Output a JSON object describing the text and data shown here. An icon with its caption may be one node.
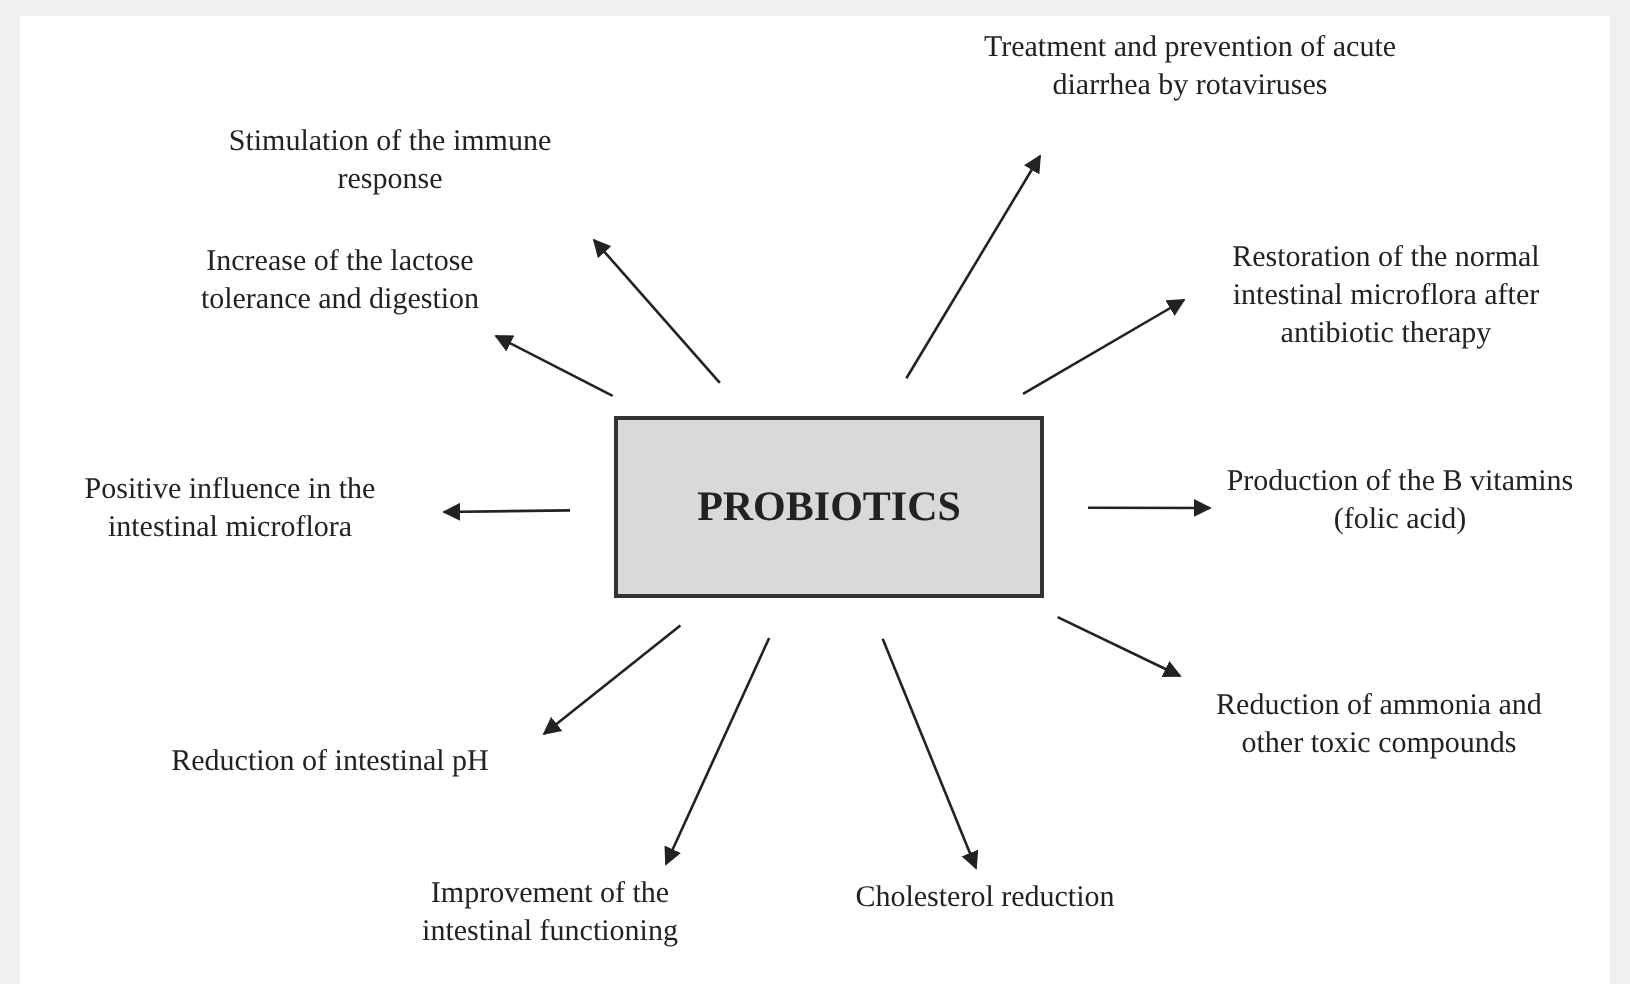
{
  "diagram": {
    "nodes": [
      {
        "text": [
          "PROBIOTICS"
        ]
      },
      {
        "text": [
          "Stimulation of the immune response"
        ]
      },
      {
        "text": [
          "Increase of the lactose tolerance and digestion"
        ]
      },
      {
        "text": [
          "Positive influence in the intestinal microflora"
        ]
      },
      {
        "text": [
          "Reduction of intestinal pH"
        ]
      },
      {
        "text": [
          "Improvement of the intestinal functioning"
        ]
      },
      {
        "text": [
          "Cholesterol reduction"
        ]
      },
      {
        "text": [
          "Reduction of ammonia and other toxic compounds"
        ]
      },
      {
        "text": [
          "Production of the B vitamins (folic acid)"
        ]
      },
      {
        "text": [
          "Restoration of the normal intestinal microflora after antibiotic therapy"
        ]
      },
      {
        "text": [
          "Treatment and prevention of acute diarrhea by rotaviruses"
        ]
      }
    ],
    "edges": [
      {
        "from": 0,
        "to": 1,
        "arrow": "to"
      },
      {
        "from": 0,
        "to": 2,
        "arrow": "to"
      },
      {
        "from": 0,
        "to": 3,
        "arrow": "to"
      },
      {
        "from": 0,
        "to": 4,
        "arrow": "to"
      },
      {
        "from": 0,
        "to": 5,
        "arrow": "to"
      },
      {
        "from": 0,
        "to": 6,
        "arrow": "to"
      },
      {
        "from": 0,
        "to": 7,
        "arrow": "to"
      },
      {
        "from": 0,
        "to": 8,
        "arrow": "to"
      },
      {
        "from": 0,
        "to": 9,
        "arrow": "to"
      },
      {
        "from": 0,
        "to": 10,
        "arrow": "to"
      }
    ]
  }
}
